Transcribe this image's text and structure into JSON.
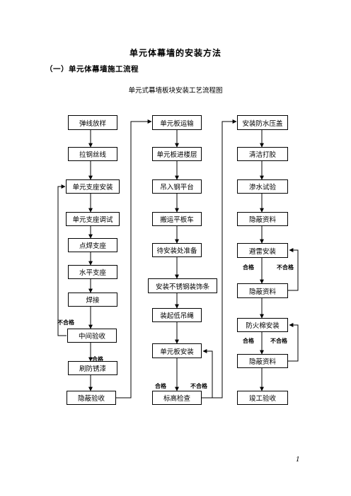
{
  "title": "单元体幕墙的安装方法",
  "subtitle": "（一）单元体幕墙施工流程",
  "caption": "单元式幕墙板块安装工艺流程图",
  "page_number": "1",
  "col1": [
    "弹线放样",
    "拉钢丝线",
    "单元支座安装",
    "单元支座调试",
    "点焊支座",
    "水平支座",
    "焊接",
    "中间验收",
    "刷防锈漆",
    "隐蔽验收"
  ],
  "col2": [
    "单元板运输",
    "单元板进楼层",
    "吊入钢平台",
    "搬运平板车",
    "待安装处准备",
    "安装不锈钢装饰条",
    "装起低吊绳",
    "单元板安装",
    "标高检查"
  ],
  "col3": [
    "安装防水压盖",
    "清洁打胶",
    "渗水试验",
    "隐蔽资料",
    "避雷安装",
    "隐蔽资料",
    "防火棉安装",
    "隐蔽资料",
    "竣工验收"
  ],
  "labels": {
    "pass": "合格",
    "fail": "不合格"
  }
}
